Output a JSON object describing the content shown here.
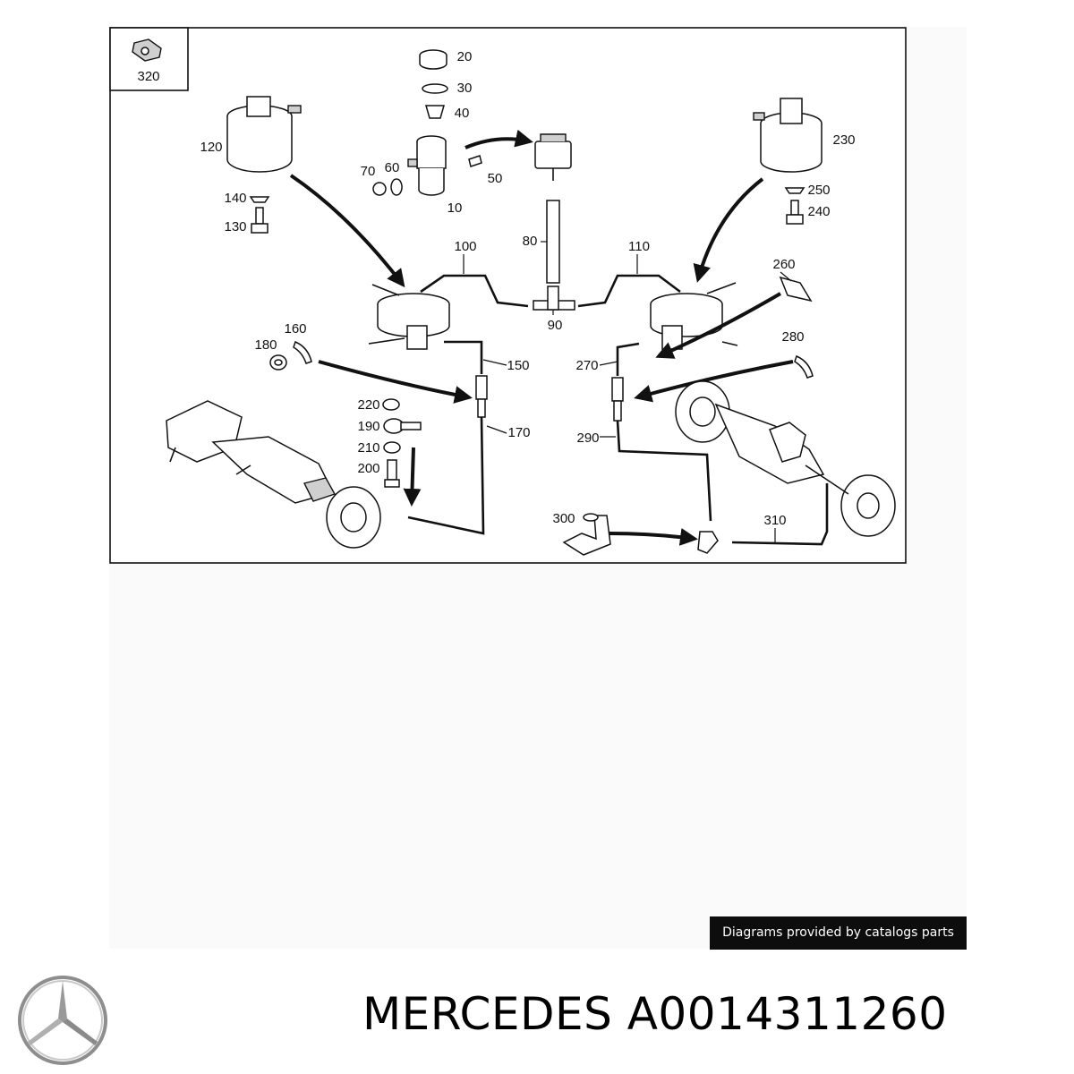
{
  "diagram": {
    "callouts": {
      "c320": "320",
      "c20": "20",
      "c30": "30",
      "c40": "40",
      "c120": "120",
      "c230": "230",
      "c70": "70",
      "c60": "60",
      "c50": "50",
      "c10": "10",
      "c140": "140",
      "c130": "130",
      "c250": "250",
      "c240": "240",
      "c80": "80",
      "c100": "100",
      "c110": "110",
      "c260": "260",
      "c90": "90",
      "c160": "160",
      "c180": "180",
      "c280": "280",
      "c150": "150",
      "c270": "270",
      "c220": "220",
      "c190": "190",
      "c170": "170",
      "c290": "290",
      "c210": "210",
      "c200": "200",
      "c300": "300",
      "c310": "310"
    }
  },
  "credit": "Diagrams provided by catalogs parts",
  "brand": {
    "title": "MERCEDES A0014311260"
  },
  "colors": {
    "background": "#ffffff",
    "panel": "#fafafa",
    "line": "#111111",
    "credit_bg": "#0d0d0d",
    "credit_text": "#ffffff"
  },
  "icons": {
    "logo": "mercedes-star-logo"
  }
}
